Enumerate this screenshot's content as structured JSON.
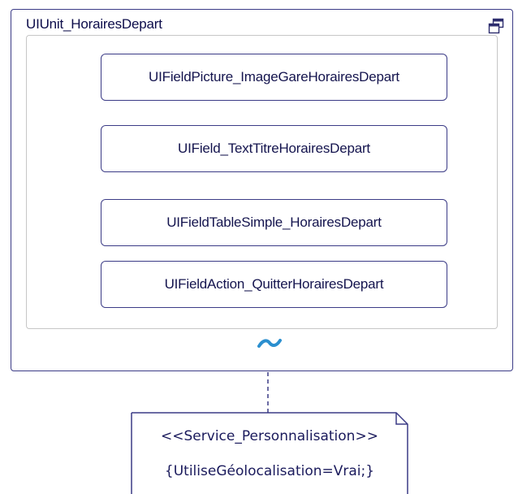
{
  "unit": {
    "title": "UIUnit_HorairesDepart",
    "icon": "restore-window-icon"
  },
  "fields": [
    {
      "label": "UIFieldPicture_ImageGareHorairesDepart"
    },
    {
      "label": "UIField_TextTitreHorairesDepart"
    },
    {
      "label": "UIFieldTableSimple_HorairesDepart"
    },
    {
      "label": "UIFieldAction_QuitterHorairesDepart"
    }
  ],
  "marker": {
    "icon": "tilde-icon"
  },
  "note": {
    "stereotype": "<<Service_Personnalisation>>",
    "constraint": "{UtiliseGéolocalisation=Vrai;}"
  },
  "colors": {
    "border": "#3b3b86",
    "text": "#14144e",
    "inner_border": "#c6c6c6",
    "accent": "#2b8fcf"
  }
}
